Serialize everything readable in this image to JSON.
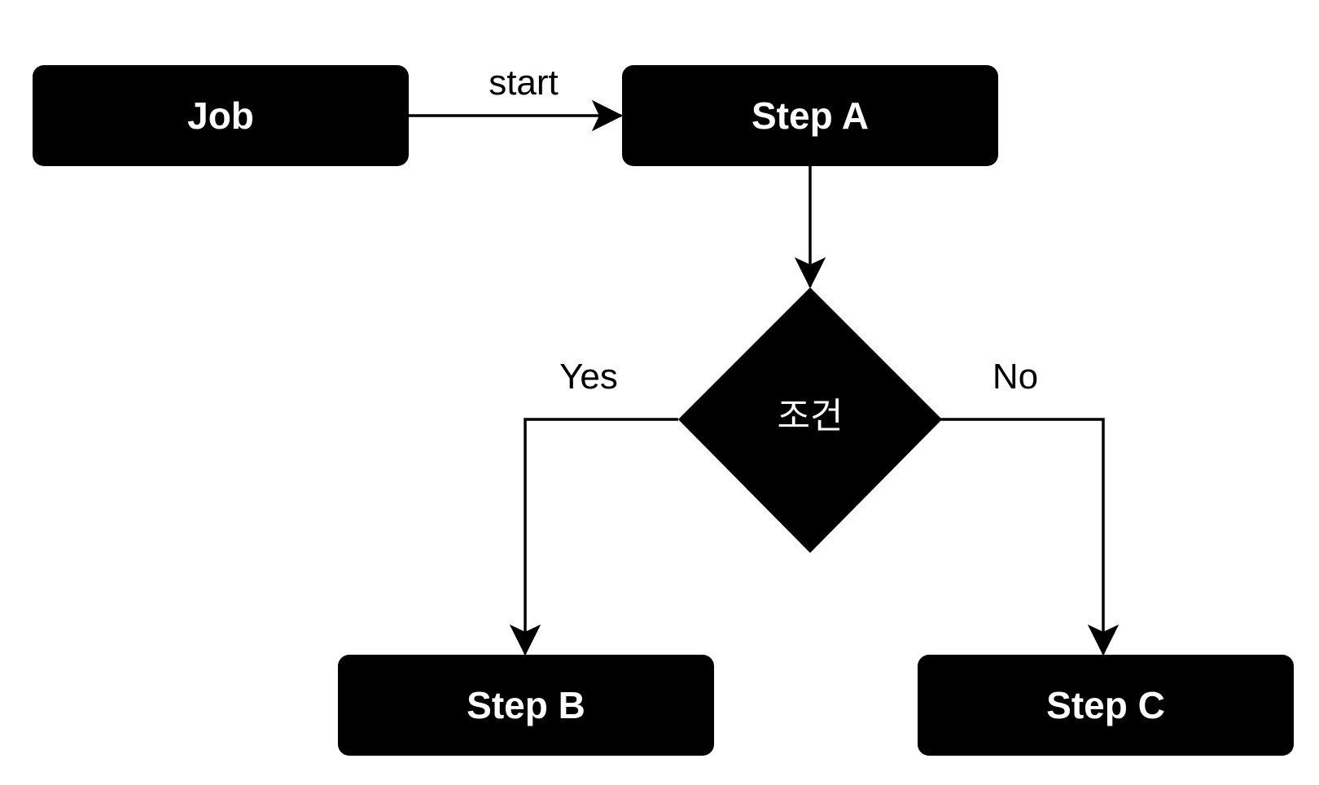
{
  "nodes": {
    "job": "Job",
    "step_a": "Step A",
    "decision": "조건",
    "step_b": "Step B",
    "step_c": "Step C"
  },
  "edges": {
    "start": "start",
    "yes": "Yes",
    "no": "No"
  },
  "colors": {
    "node_fill": "#000000",
    "node_text": "#ffffff",
    "line": "#000000",
    "background": "#ffffff"
  }
}
